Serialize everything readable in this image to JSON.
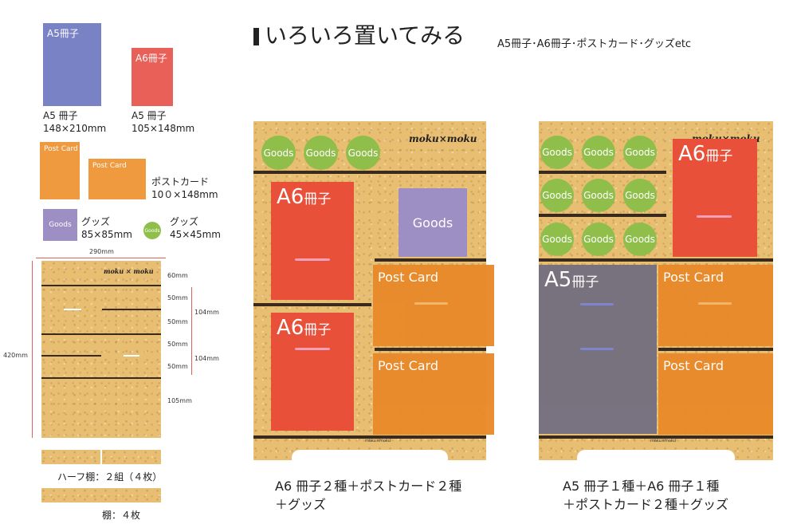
{
  "title": {
    "main": "いろいろ置いてみる",
    "sub": "A5冊子･A6冊子･ポストカード･グッズetc"
  },
  "legend": {
    "a5": {
      "card_label": "A5冊子",
      "name": "A5 冊子",
      "size": "148×210mm",
      "color": "#7a82c6"
    },
    "a6": {
      "card_label": "A6冊子",
      "name": "A5 冊子",
      "size": "105×148mm",
      "color": "#e86058"
    },
    "postcard": {
      "card_label": "Post Card",
      "name": "ポストカード",
      "size": "10０×148mm",
      "color": "#f09a40"
    },
    "goods_sq": {
      "card_label": "Goods",
      "name": "グッズ",
      "size": "85×85mm",
      "color": "#9d8fc4"
    },
    "goods_circle": {
      "card_label": "Goods",
      "name": "グッズ",
      "size": "45×45mm",
      "color": "#8fbf4a"
    }
  },
  "diagram": {
    "brand": "moku × moku",
    "width": "290mm",
    "height": "420mm",
    "dims": [
      "60mm",
      "50mm",
      "50mm",
      "50mm",
      "50mm",
      "105mm"
    ],
    "dims_group": [
      "104mm",
      "104mm"
    ]
  },
  "parts": {
    "half_label": "ハーフ棚：２組（４枚）",
    "full_label": "棚：４枚"
  },
  "example1": {
    "brand": "moku×moku",
    "goods": [
      "Goods",
      "Goods",
      "Goods"
    ],
    "goods_square": "Goods",
    "a6_label": "A6",
    "a6_suffix": "冊子",
    "postcard": "Post Card",
    "caption_line1": "A6 冊子２種＋ポストカード２種",
    "caption_line2": "＋グッズ"
  },
  "example2": {
    "brand": "moku×moku",
    "goods": [
      "Goods",
      "Goods",
      "Goods",
      "Goods",
      "Goods",
      "Goods",
      "Goods",
      "Goods",
      "Goods"
    ],
    "a6_label": "A6",
    "a6_suffix": "冊子",
    "a5_label": "A5",
    "a5_suffix": "冊子",
    "postcard": "Post Card",
    "caption_line1": "A5 冊子１種＋A6 冊子１種",
    "caption_line2": "＋ポストカード２種＋グッズ"
  }
}
